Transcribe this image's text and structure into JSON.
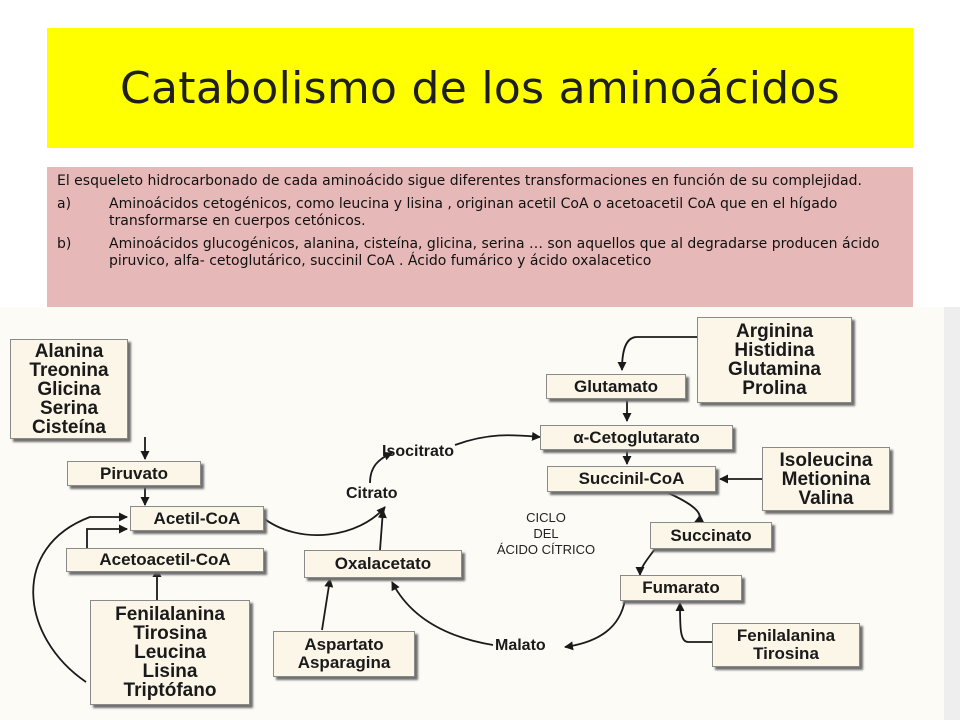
{
  "title": "Catabolismo de los aminoácidos",
  "intro": "El esqueleto hidrocarbonado de cada aminoácido sigue diferentes transformaciones en función de su complejidad.",
  "items": [
    {
      "label": "a)",
      "text": "Aminoácidos cetogénicos, como leucina y lisina , originan acetil CoA o acetoacetil CoA que en el hígado transformarse en cuerpos cetónicos."
    },
    {
      "label": "b)",
      "text": "Aminoácidos glucogénicos, alanina, cisteína, glicina, serina … son aquellos que al degradarse producen ácido piruvico, alfa- cetoglutárico, succinil CoA . Ácido fumárico y ácido oxalacetico"
    }
  ],
  "diagram": {
    "group_alanina": [
      "Alanina",
      "Treonina",
      "Glicina",
      "Serina",
      "Cisteína"
    ],
    "piruvato": "Piruvato",
    "acetil_coa": "Acetil-CoA",
    "acetoacetil_coa": "Acetoacetil-CoA",
    "group_fenilalanina_left": [
      "Fenilalanina",
      "Tirosina",
      "Leucina",
      "Lisina",
      "Triptófano"
    ],
    "group_aspartato": [
      "Aspartato",
      "Asparagina"
    ],
    "oxalacetato": "Oxalacetato",
    "citrato": "Citrato",
    "isocitrato": "Isocitrato",
    "malato": "Malato",
    "cycle_label": [
      "CICLO",
      "DEL",
      "ÁCIDO CÍTRICO"
    ],
    "group_arginina": [
      "Arginina",
      "Histidina",
      "Glutamina",
      "Prolina"
    ],
    "glutamato": "Glutamato",
    "cetoglutarato": "α-Cetoglutarato",
    "succinil_coa": "Succinil-CoA",
    "group_isoleucina": [
      "Isoleucina",
      "Metionina",
      "Valina"
    ],
    "succinato": "Succinato",
    "fumarato": "Fumarato",
    "group_fenilalanina_right": [
      "Fenilalanina",
      "Tirosina"
    ]
  }
}
